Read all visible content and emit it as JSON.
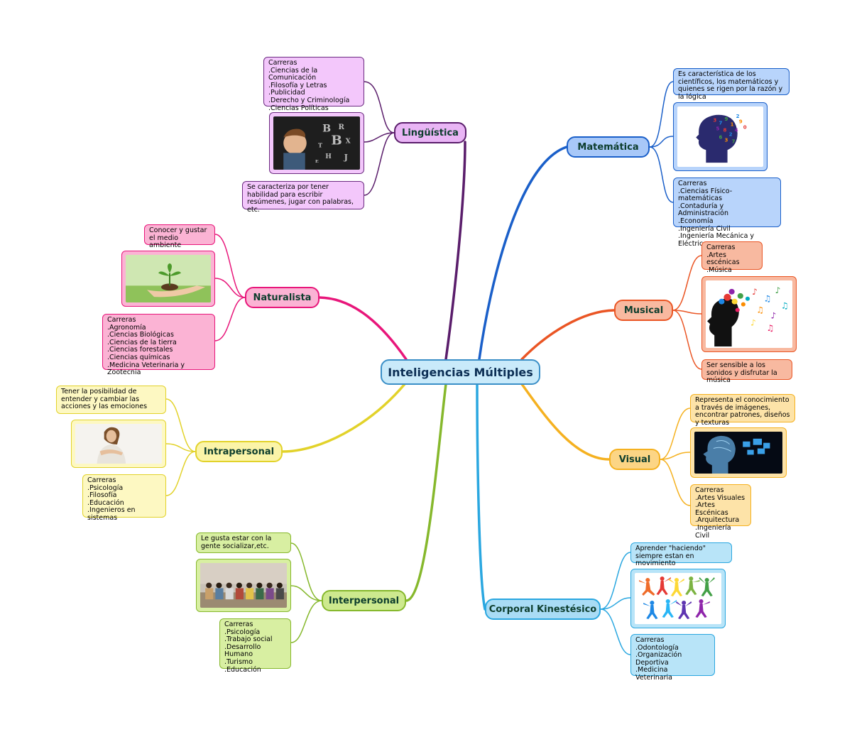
{
  "title": "Inteligencias Múltiples",
  "colors": {
    "linguistica": "#5a1d6b",
    "matematica": "#1a5fc9",
    "naturalista": "#e8167a",
    "musical": "#ea5524",
    "intrapersonal": "#e2d22a",
    "visual": "#f5b120",
    "interpersonal": "#86b82c",
    "kinestesico": "#2aa7e0"
  },
  "branches": {
    "linguistica": {
      "label": "Lingüística",
      "carreras": "Carreras\n.Ciencias de la Comunicación\n.Filosofía y Letras\n.Publicidad\n.Derecho y Criminología\n.Ciencias Políticas",
      "image": "child-with-letters-image",
      "desc": "Se caracteriza por tener habilidad para escribir resúmenes, jugar con palabras, etc."
    },
    "matematica": {
      "label": "Matemática",
      "desc": "Es característica de los científicos, los matemáticos y quienes se rigen por la razón y la lógica",
      "image": "head-with-numbers-image",
      "carreras": "Carreras\n.Ciencias Físico-matemáticas\n.Contaduría y Administración\n.Economía\n.Ingeniería Civil\n.Ingeniería Mecánica y Eléctrica"
    },
    "naturalista": {
      "label": "Naturalista",
      "desc": "Conocer y gustar el medio ambiente",
      "image": "hand-holding-plant-image",
      "carreras": "Carreras\n.Agronomía\n.Ciencias Biológicas\n.Ciencias de la tierra\n.Ciencias forestales\n.Ciencias químicas\n.Medicina Veterinaria y Zootecnia"
    },
    "musical": {
      "label": "Musical",
      "carreras": "Carreras\n.Artes escénicas\n.Música",
      "image": "head-with-music-notes-image",
      "desc": "Ser sensible a los sonidos y disfrutar la música"
    },
    "intrapersonal": {
      "label": "Intrapersonal",
      "desc": "Tener la posibilidad de entender y cambiar las acciones y las emociones",
      "image": "woman-hugging-herself-image",
      "carreras": "Carreras\n.Psicología\n.Filosofía\n.Educación\n.Ingenieros en sistemas"
    },
    "visual": {
      "label": "Visual",
      "desc": "Representa el conocimiento a través de imágenes, encontrar patrones, diseños y texturas",
      "image": "digital-head-image",
      "carreras": "Carreras\n.Artes Visuales\n.Artes Escénicas\n.Arquitectura\n.Ingeniería Civil"
    },
    "interpersonal": {
      "label": "Interpersonal",
      "desc": "Le gusta estar con la gente socializar,etc.",
      "image": "group-of-friends-image",
      "carreras": "Carreras\n.Psicología\n.Trabajo social\n.Desarrollo Humano\n.Turismo\n.Educación"
    },
    "kinestesico": {
      "label": "Corporal Kinestésico",
      "desc": "Aprender \"haciendo\" siempre estan en movimiento",
      "image": "dancing-silhouettes-image",
      "carreras": "Carreras\n.Odontología\n.Organización Deportiva\n.Medicina\nVeterinaria"
    }
  }
}
